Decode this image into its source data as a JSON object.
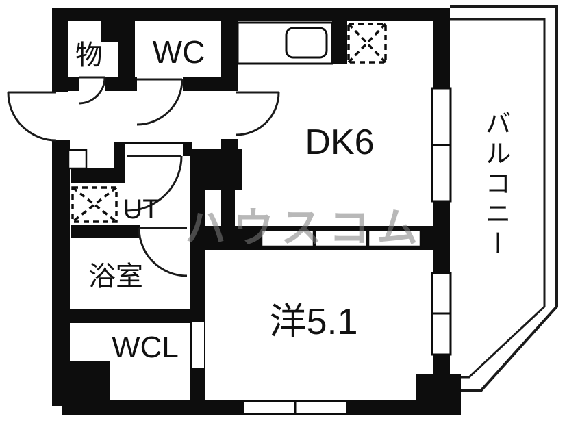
{
  "title": "apartment floor plan",
  "colors": {
    "wall": "#0d0d0d",
    "floor": "#ffffff",
    "line": "#1a1a1a",
    "watermark_gray": "#7d7d7d"
  },
  "rooms": {
    "storage": {
      "label": "物"
    },
    "toilet": {
      "label": "WC"
    },
    "dining_kitchen": {
      "label": "DK6"
    },
    "utility": {
      "label": "UT"
    },
    "bathroom": {
      "label": "浴室"
    },
    "closet": {
      "label": "WCL"
    },
    "western_room": {
      "label": "洋5.1"
    },
    "balcony": {
      "label": "バルコニー"
    }
  },
  "watermark": "ハウスコム",
  "fixtures": {
    "kitchen_counter": "rectangle-outline",
    "kitchen_sink": "rounded-rectangle",
    "refrigerator_space": "dashed-x-box",
    "washer_space": "dashed-x-box",
    "entrance_step": "small-rectangle",
    "doors": "quarter-arc-swing",
    "windows": "double-pane-slider"
  }
}
